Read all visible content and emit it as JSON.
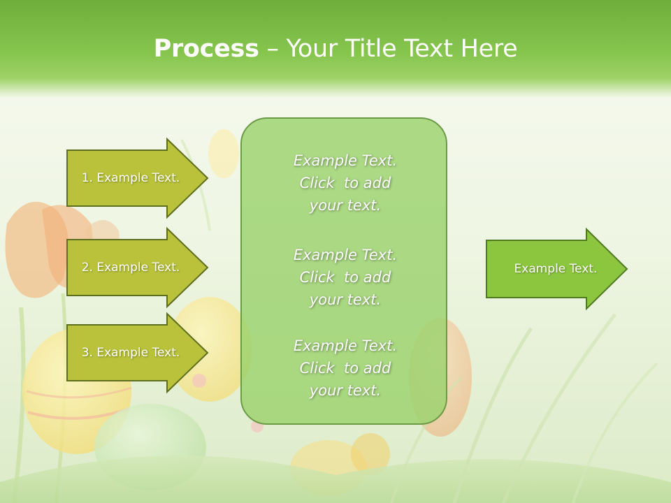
{
  "slide": {
    "title_bold": "Process",
    "title_rest": " – Your Title Text Here"
  },
  "left_arrows": [
    {
      "label": "1. Example Text."
    },
    {
      "label": "2. Example Text."
    },
    {
      "label": "3. Example Text."
    }
  ],
  "center_blocks": [
    {
      "line1": "Example Text.",
      "line2": "Click  to add",
      "line3": "your text."
    },
    {
      "line1": "Example Text.",
      "line2": "Click  to add",
      "line3": "your text."
    },
    {
      "line1": "Example Text.",
      "line2": "Click  to add",
      "line3": "your text."
    }
  ],
  "right_arrow": {
    "label": "Example Text."
  },
  "colors": {
    "title_band": "#86c54e",
    "left_arrow_fill": "#b9c23a",
    "arrow_stroke": "#5d6e1e",
    "center_box_fill": "#9bd26e",
    "right_arrow_fill": "#8cc63f"
  }
}
